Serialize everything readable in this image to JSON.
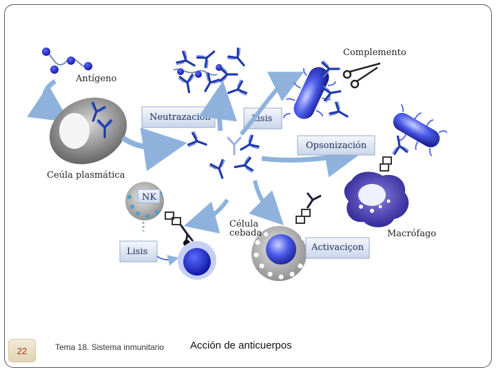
{
  "labels": {
    "antigen": "Antígeno",
    "complement": "Complemento",
    "neutralization": "Neutrazación",
    "lysis_top": "Lisis",
    "opsonization": "Opsonización",
    "plasma_cell": "Ceúla plasmática",
    "nk": "NK",
    "mast_cell_1": "Célula",
    "mast_cell_2": "cebada",
    "lysis_bottom": "Lisis",
    "activation": "Activaciçon",
    "macrophage": "Macrófago"
  },
  "footer": {
    "page_number": "22",
    "course": "Tema 18. Sistema inmunitario",
    "title": "Acción de anticuerpos"
  },
  "colors": {
    "antibody": "#1f3aa8",
    "cell_blue": "#2c3cd0",
    "box_fill": "#dde6f2",
    "arrow": "#8fb2dc"
  }
}
